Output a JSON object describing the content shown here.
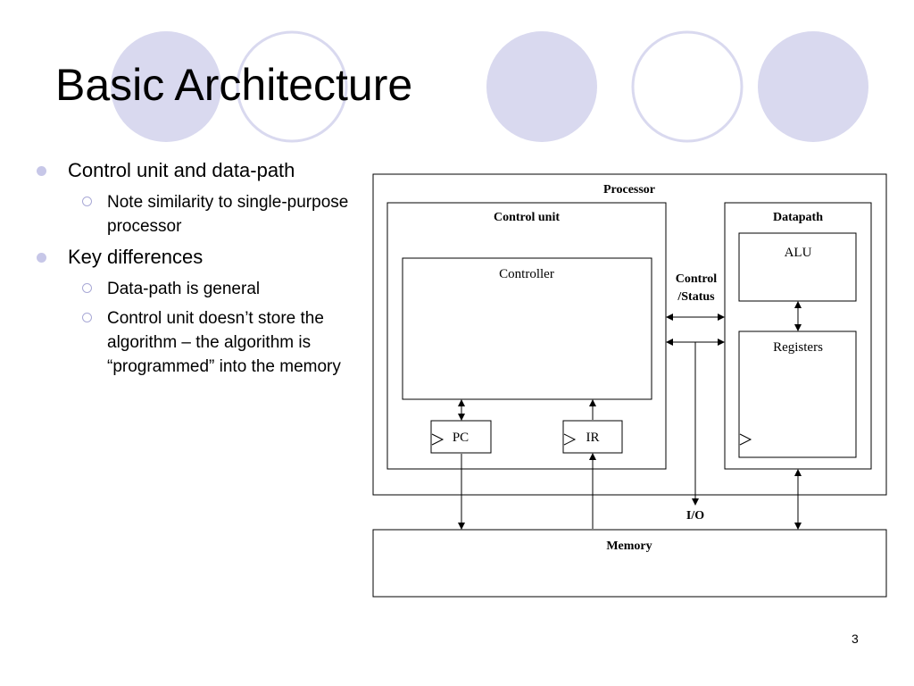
{
  "slide": {
    "title": "Basic Architecture",
    "page_number": "3"
  },
  "bullets": [
    {
      "text": "Control unit and data-path",
      "sub": [
        "Note similarity to single-purpose processor"
      ]
    },
    {
      "text": "Key differences",
      "sub": [
        "Data-path is general",
        "Control unit doesn’t store the algorithm – the algorithm is “programmed” into the memory"
      ]
    }
  ],
  "diagram": {
    "processor": "Processor",
    "control_unit": "Control unit",
    "datapath": "Datapath",
    "controller": "Controller",
    "alu": "ALU",
    "registers": "Registers",
    "pc": "PC",
    "ir": "IR",
    "control_status_line1": "Control",
    "control_status_line2": "/Status",
    "io": "I/O",
    "memory": "Memory"
  },
  "colors": {
    "circle_fill": "#d9d9ef",
    "circle_stroke": "#d9d9ef",
    "bullet_dot": "#c7c7e8"
  }
}
